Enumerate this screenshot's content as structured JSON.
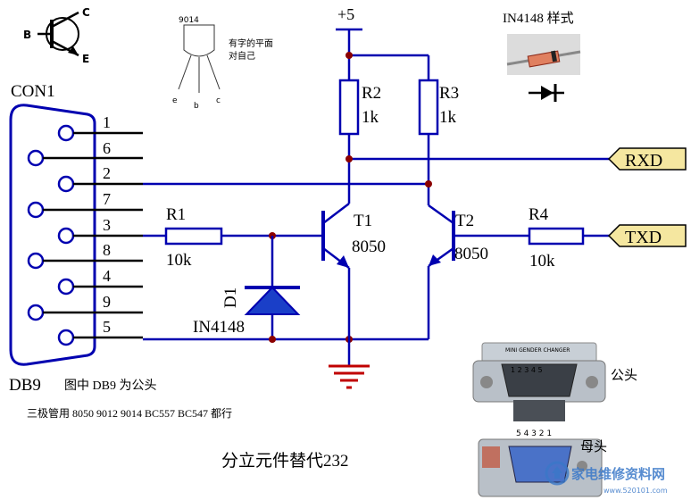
{
  "symbol": {
    "b": "B",
    "c": "C",
    "e": "E"
  },
  "package": {
    "part": "9014",
    "note_line1": "有字的平面",
    "note_line2": "对自己",
    "pin_e": "e",
    "pin_b": "b",
    "pin_c": "c"
  },
  "supply": "+5",
  "diode_sample": "IN4148 样式",
  "connector": {
    "name": "CON1",
    "pins": [
      "1",
      "6",
      "2",
      "7",
      "3",
      "8",
      "4",
      "9",
      "5"
    ],
    "type": "DB9",
    "type_note": "图中 DB9 为公头"
  },
  "resistors": {
    "r1": {
      "name": "R1",
      "value": "10k"
    },
    "r2": {
      "name": "R2",
      "value": "1k"
    },
    "r3": {
      "name": "R3",
      "value": "1k"
    },
    "r4": {
      "name": "R4",
      "value": "10k"
    }
  },
  "transistors": {
    "t1": {
      "name": "T1",
      "part": "8050"
    },
    "t2": {
      "name": "T2",
      "part": "8050"
    }
  },
  "diode": {
    "name": "D1",
    "part": "IN4148"
  },
  "signals": {
    "rxd": "RXD",
    "txd": "TXD"
  },
  "compat_note": "三极管用 8050  9012  9014  BC557  BC547 都行",
  "title": "分立元件替代232",
  "adapter": {
    "banner": "MINI GENDER CHANGER",
    "male_pins": "1 2 3 4 5",
    "male_label": "公头",
    "female_pins": "5 4 3 2 1",
    "female_label": "母头"
  },
  "watermark": {
    "brand": "家电维修资料网",
    "url": "www.520101.com"
  },
  "colors": {
    "wire": "#0000b0",
    "node": "#8b0000",
    "diode_fill": "#1a3fc8",
    "note_red": "#c00000",
    "signal_flag": "#f5e7a0"
  }
}
